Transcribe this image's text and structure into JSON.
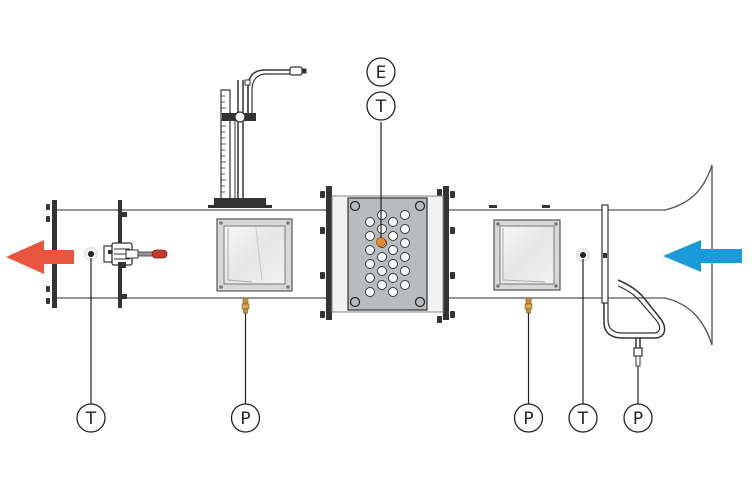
{
  "labels": {
    "t_left": "T",
    "p_left": "P",
    "e_top": "E",
    "t_top": "T",
    "p_mid": "P",
    "t_right": "T",
    "p_right": "P"
  },
  "colors": {
    "outlet_arrow": "#e8553e",
    "inlet_arrow": "#1a9ad9",
    "thermocouple_dot": "#e88a2c",
    "duct_line": "#555555",
    "plate": "#b9bcbf",
    "valve_handle": "#c0392b"
  },
  "icons": {
    "outlet": "arrow-left-icon",
    "inlet": "arrow-left-icon",
    "sensor": "circle-icon"
  }
}
